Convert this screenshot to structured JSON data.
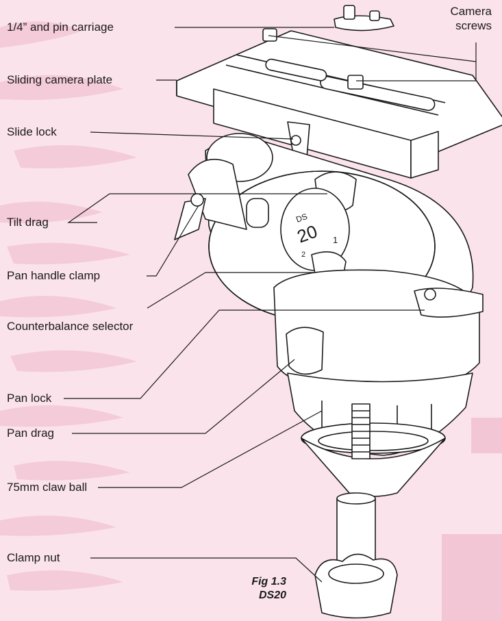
{
  "labels": {
    "pin_carriage": "1/4” and pin carriage",
    "camera_plate": "Sliding camera plate",
    "slide_lock": "Slide lock",
    "tilt_drag": "Tilt drag",
    "pan_handle_clamp": "Pan handle clamp",
    "counterbalance": "Counterbalance selector",
    "pan_lock": "Pan lock",
    "pan_drag": "Pan drag",
    "claw_ball": "75mm claw ball",
    "clamp_nut": "Clamp nut",
    "camera_screws_line1": "Camera",
    "camera_screws_line2": "screws"
  },
  "figure": {
    "number": "Fig 1.3",
    "model": "DS20"
  },
  "dial": {
    "model_text": "20",
    "prefix_text": "DS",
    "position_1": "1",
    "position_2": "2"
  },
  "colors": {
    "background": "#fbe3ec",
    "pattern": "#f3c8d7",
    "line": "#1a1a1a",
    "fill": "#ffffff"
  }
}
